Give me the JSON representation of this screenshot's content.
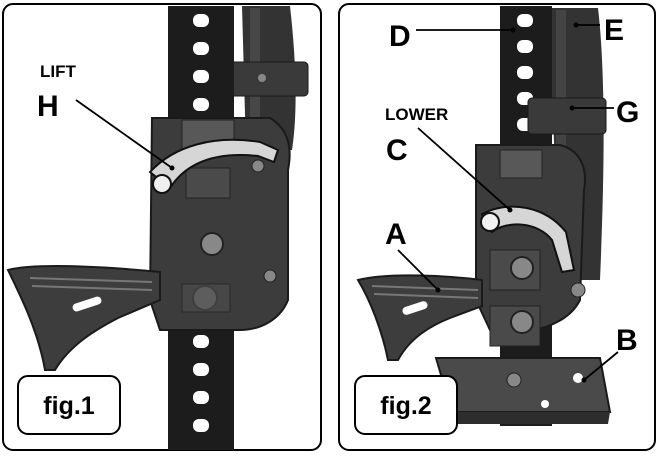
{
  "figures": [
    {
      "id": "fig1",
      "caption": "fig.1",
      "labels": [
        {
          "key": "lift_word",
          "text": "LIFT"
        },
        {
          "key": "lift_letter",
          "text": "H"
        }
      ]
    },
    {
      "id": "fig2",
      "caption": "fig.2",
      "labels": [
        {
          "key": "D",
          "text": "D"
        },
        {
          "key": "E",
          "text": "E"
        },
        {
          "key": "G",
          "text": "G"
        },
        {
          "key": "lower_word",
          "text": "LOWER"
        },
        {
          "key": "C",
          "text": "C"
        },
        {
          "key": "A",
          "text": "A"
        },
        {
          "key": "B",
          "text": "B"
        }
      ]
    }
  ],
  "colors": {
    "frame": "#000000",
    "background": "#ffffff",
    "bar": "#222222",
    "body": "#3a3a3a",
    "handle": "#cfcfcf",
    "highlight": "#6b6b6b"
  }
}
